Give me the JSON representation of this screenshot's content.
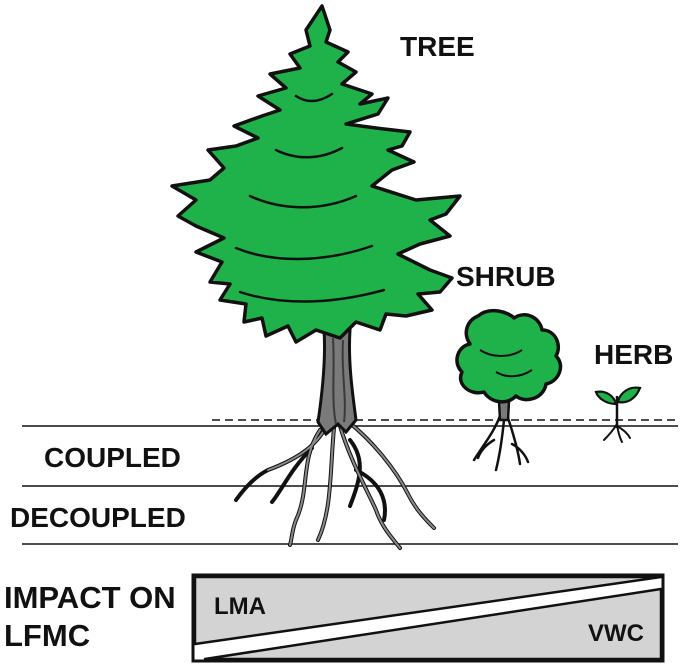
{
  "labels": {
    "tree": "TREE",
    "shrub": "SHRUB",
    "herb": "HERB",
    "coupled": "COUPLED",
    "decoupled": "DECOUPLED",
    "impact_line1": "IMPACT ON",
    "impact_line2": "LFMC",
    "lma": "LMA",
    "vwc": "VWC"
  },
  "colors": {
    "foliage": "#1fb24a",
    "outline": "#111111",
    "trunk": "#7a7a7a",
    "wedge_fill": "#d3d3d3"
  }
}
